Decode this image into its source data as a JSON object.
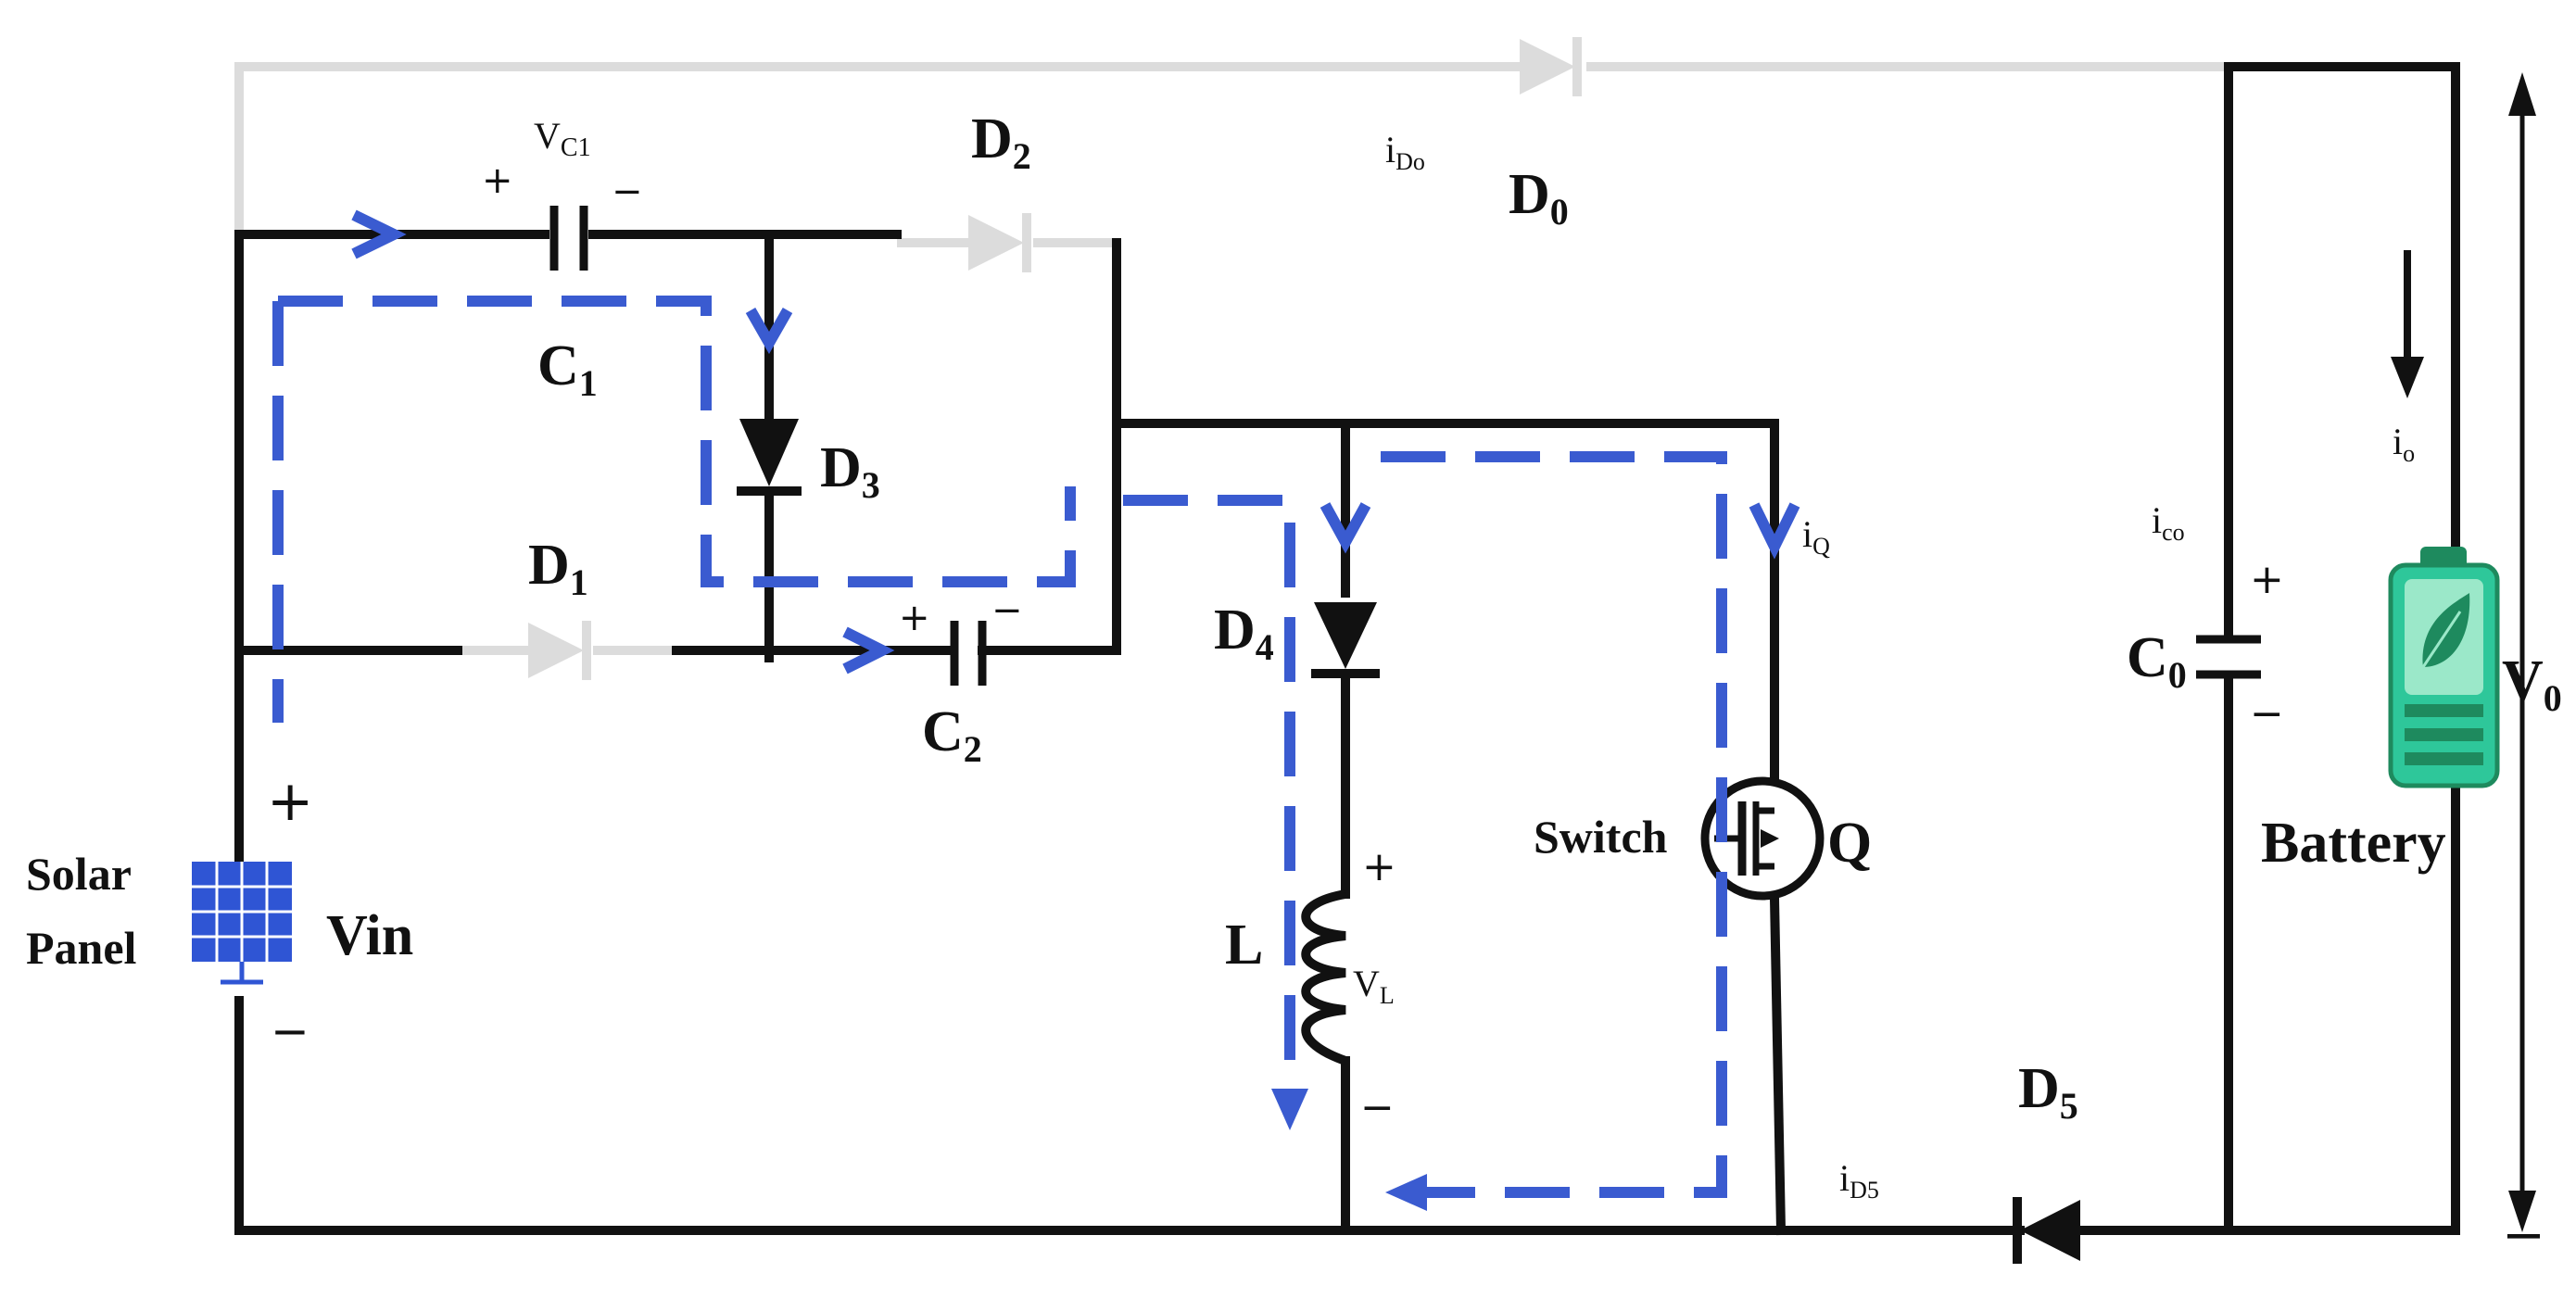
{
  "colors": {
    "wire": "#111111",
    "inactive": "#dcdcdc",
    "current_path": "#3a5bd0",
    "battery_body": "#2ec79a",
    "battery_cap": "#1e8a5e",
    "panel": "#2f55d4"
  },
  "components": {
    "vc1": {
      "name": "V",
      "sub": "C1"
    },
    "c1": {
      "name": "C",
      "sub": "1"
    },
    "c2": {
      "name": "C",
      "sub": "2"
    },
    "d0": {
      "name": "D",
      "sub": "0"
    },
    "d1": {
      "name": "D",
      "sub": "1"
    },
    "d2": {
      "name": "D",
      "sub": "2"
    },
    "d3": {
      "name": "D",
      "sub": "3"
    },
    "d4": {
      "name": "D",
      "sub": "4"
    },
    "d5": {
      "name": "D",
      "sub": "5"
    },
    "ido": {
      "name": "i",
      "sub": "Do"
    },
    "id5": {
      "name": "i",
      "sub": "D5"
    },
    "iq": {
      "name": "i",
      "sub": "Q"
    },
    "io": {
      "name": "i",
      "sub": "o"
    },
    "ico": {
      "name": "i",
      "sub": "co"
    },
    "co": {
      "name": "C",
      "sub": "0"
    },
    "vo": {
      "name": "V",
      "sub": "0"
    },
    "l": "L",
    "vl": {
      "name": "V",
      "sub": "L"
    },
    "q": "Q",
    "switch": "Switch",
    "battery": "Battery",
    "solar1": "Solar",
    "solar2": "Panel",
    "vin": "Vin"
  },
  "signs": {
    "plus": "+",
    "minus": "−"
  },
  "icons": [
    "diode-icon",
    "capacitor-icon",
    "inductor-icon",
    "mosfet-icon",
    "solar-panel-icon",
    "battery-icon",
    "leaf-icon",
    "arrow-icon"
  ]
}
